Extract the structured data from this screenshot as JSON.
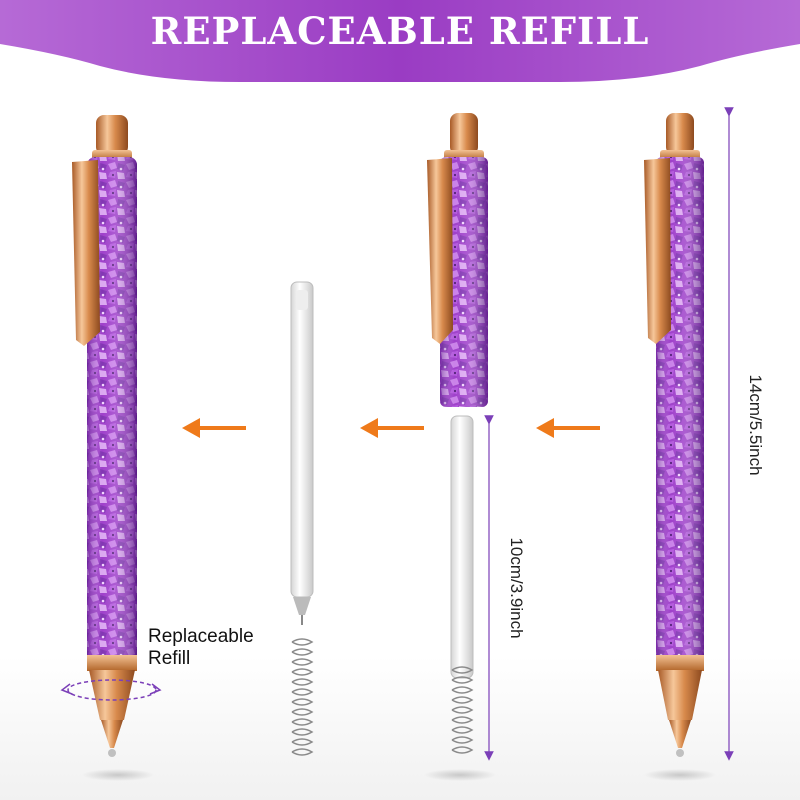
{
  "banner": {
    "title": "REPLACEABLE REFILL",
    "color": "#9b3fc4"
  },
  "callout": {
    "line1": "Replaceable",
    "line2": "Refill"
  },
  "dimensions": {
    "pen_length": "14cm/5.5inch",
    "refill_length": "10cm/3.9inch"
  },
  "colors": {
    "glitter_purple": "#9a36c8",
    "rose_gold": "#d98c4e",
    "arrow_orange": "#ef7a1a",
    "dimension_line": "#7b3fb8"
  },
  "icons": [
    "left-arrow-icon",
    "left-arrow-icon",
    "left-arrow-icon",
    "rotate-icon"
  ]
}
